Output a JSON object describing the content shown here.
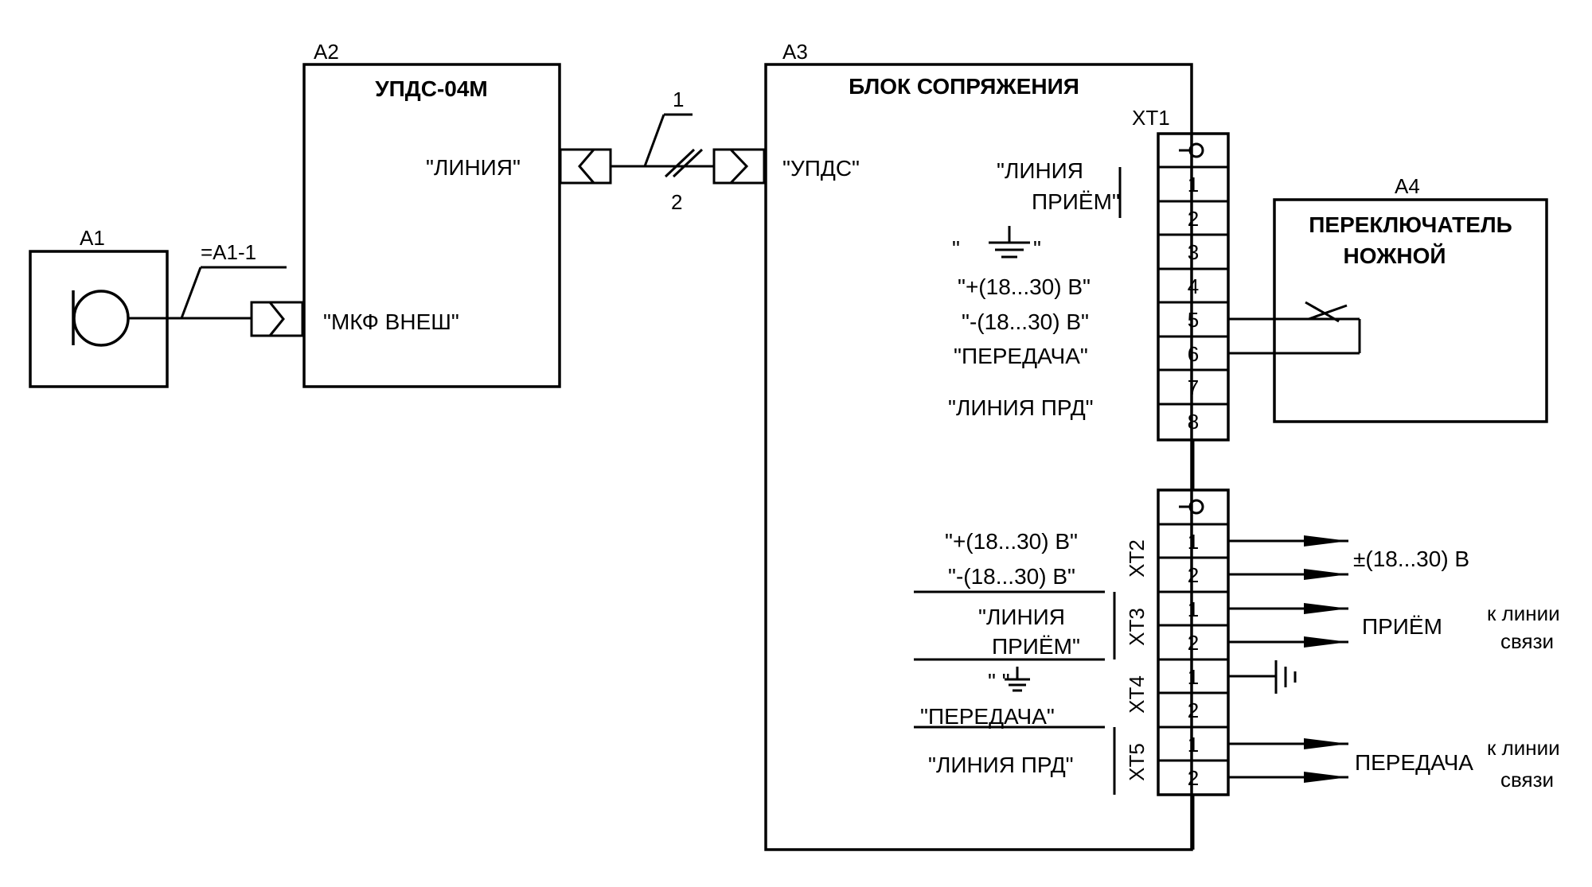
{
  "blocks": {
    "a1": {
      "ref": "A1"
    },
    "a2": {
      "ref": "A2",
      "title": "УПДС-04М",
      "port_line": "\"ЛИНИЯ\"",
      "port_mic": "\"МКФ ВНЕШ\""
    },
    "a3": {
      "ref": "A3",
      "title": "БЛОК СОПРЯЖЕНИЯ",
      "port_upds": "\"УПДС\"",
      "xt1_labels": {
        "liniya": "\"ЛИНИЯ",
        "priem": "ПРИЁМ\"",
        "gnd_q1": "\"",
        "gnd_q2": "\"",
        "plus": "\"+(18...30) В\"",
        "minus": "\"-(18...30) В\"",
        "peredacha": "\"ПЕРЕДАЧА\"",
        "liniya_prd": "\"ЛИНИЯ ПРД\""
      },
      "lower_labels": {
        "plus": "\"+(18...30) В\"",
        "minus": "\"-(18...30) В\"",
        "liniya": "\"ЛИНИЯ",
        "priem": "ПРИЁМ\"",
        "gnd": "\" \"",
        "peredacha": "\"ПЕРЕДАЧА\"",
        "liniya_prd": "\"ЛИНИЯ ПРД\""
      }
    },
    "a4": {
      "ref": "A4",
      "title_line1": "ПЕРЕКЛЮЧАТЕЛЬ",
      "title_line2": "НОЖНОЙ"
    }
  },
  "cable_a1": "=A1-1",
  "cable_a2_a3": {
    "wire1": "1",
    "wire2": "2"
  },
  "connectors": {
    "xt1": {
      "name": "XT1",
      "pins": [
        "1",
        "2",
        "3",
        "4",
        "5",
        "6",
        "7",
        "8"
      ]
    },
    "xt2": {
      "name": "XT2",
      "pins": [
        "1",
        "2"
      ]
    },
    "xt3": {
      "name": "XT3",
      "pins": [
        "1",
        "2"
      ]
    },
    "xt4": {
      "name": "XT4",
      "pins": [
        "1",
        "2"
      ]
    },
    "xt5": {
      "name": "XT5",
      "pins": [
        "1",
        "2"
      ]
    }
  },
  "outputs": {
    "power": "±(18...30) В",
    "priem": "ПРИЁМ",
    "peredacha": "ПЕРЕДАЧА",
    "to_line_1": "к линии",
    "to_line_2": "связи"
  }
}
